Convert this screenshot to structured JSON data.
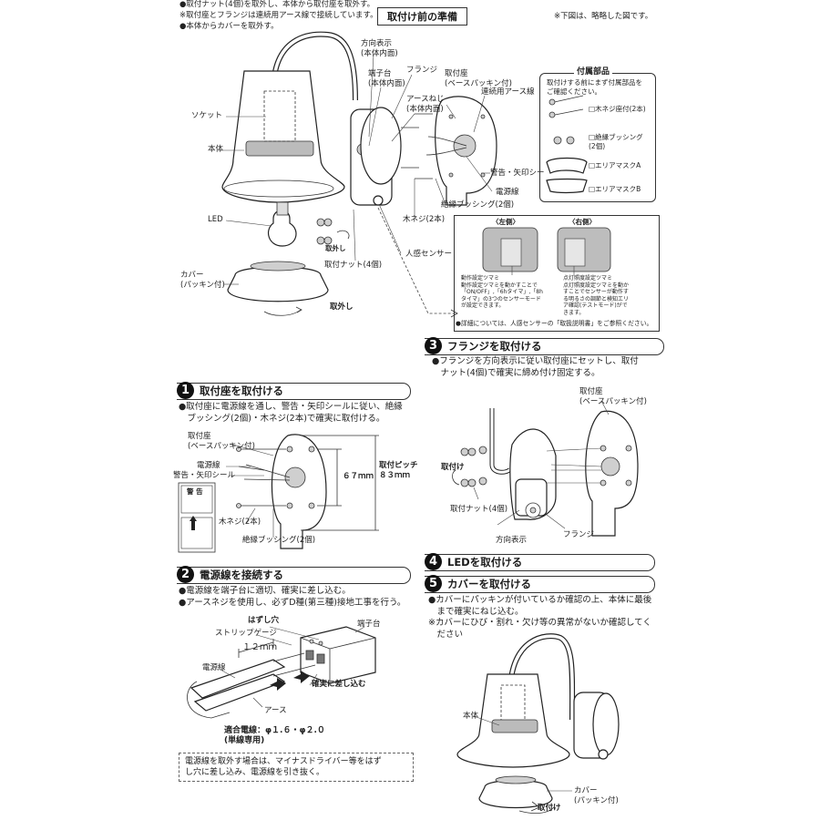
{
  "top_notes": [
    "●取付ナット(4個)を取外し、本体から取付座を取外す。",
    "※取付座とフランジは連続用アース線で接続しています。",
    "●本体からカバーを取外す。"
  ],
  "prep_title": "取付け前の準備",
  "abbrev_note": "※下図は、略略した図です。",
  "exploded": {
    "socket": "ソケット",
    "body": "本体",
    "led": "LED",
    "cover": "カバー\n(パッキン付)",
    "remove": "取外し",
    "remove2": "取外し",
    "direction": "方向表示\n(本体内面)",
    "terminal": "端子台\n(本体内面)",
    "flange": "フランジ",
    "earth_screw": "アースねじ\n(本体内面)",
    "mount_base": "取付座\n(ベースパッキン付)",
    "earth_wire": "連続用アース線",
    "warning_seal": "警告・矢印シー",
    "power_wire": "電源線",
    "bushing": "絶縁ブッシング(2個)",
    "wood_screw": "木ネジ(2本)",
    "nut": "取付ナット(4個)",
    "sensor": "人感センサー"
  },
  "accessories": {
    "title": "付属部品",
    "desc": "取付けする前にまず付属部品を\nご確認ください。",
    "items": [
      "□木ネジ座付(2本)",
      "□絶縁ブッシング\n(2個)",
      "□エリアマスクA",
      "□エリアマスクB"
    ]
  },
  "sensor_panel": {
    "left_label": "〈左側〉",
    "right_label": "〈右側〉",
    "left_caption": "動作設定ツマミ\n動作設定ツマミを動かすことで\n「ON/OFF」,「6hタイマ」,「8h\nタイマ」の3つのセンサーモード\nが設定できます。",
    "right_caption": "点灯照度設定ツマミ\n点灯照度設定ツマミを動か\nすことでセンサーが動作す\nる明るさの調節と検知エリ\nア確認(テストモード)がで\nきます。",
    "footnote": "●詳細については、人感センサーの「取扱説明書」をご参照ください。"
  },
  "step1": {
    "num": "1",
    "title": "取付座を取付ける",
    "text": "●取付座に電源線を通し、警告・矢印シールに従い、絶縁\n　ブッシング(2個)・木ネジ(2本)で確実に取付ける。",
    "labels": {
      "base": "取付座\n(ベースパッキン付)",
      "power": "電源線",
      "seal": "警告・矢印シール",
      "screw": "木ネジ(2本)",
      "bushing": "絶縁ブッシング(2個)",
      "pitch": "取付ピッチ\n８３ｍｍ",
      "dim67": "６７ｍｍ",
      "warn_head": "警 告"
    }
  },
  "step2": {
    "num": "2",
    "title": "電源線を接続する",
    "text": "●電源線を端子台に適切、確実に差し込む。\n●アースネジを使用し、必ずD種(第三種)接地工事を行う。",
    "labels": {
      "hole": "はずし穴",
      "gauge": "ストリップゲージ",
      "terminal": "端子台",
      "mm12": "１２ｍｍ",
      "power": "電源線",
      "insert": "確実に差し込む",
      "earth": "アース",
      "wire_spec": "適合電線：φ１.６・φ２.０\n(単線専用)"
    },
    "note": "電源線を取外す場合は、マイナスドライバー等をはず\nし穴に差し込み、電源線を引き抜く。"
  },
  "step3": {
    "num": "3",
    "title": "フランジを取付ける",
    "text": "●フランジを方向表示に従い取付座にセットし、取付\n　ナット(4個)で確実に締め付け固定する。",
    "labels": {
      "base": "取付座\n(ベースパッキン付)",
      "attach": "取付け",
      "nut": "取付ナット(4個)",
      "direction": "方向表示",
      "flange": "フランジ"
    }
  },
  "step4": {
    "num": "4",
    "title": "LEDを取付ける"
  },
  "step5": {
    "num": "5",
    "title": "カバーを取付ける",
    "text": "●カバーにパッキンが付いているか確認の上、本体に最後\n　まで確実にねじ込む。\n※カバーにひび・割れ・欠け等の異常がないか確認してく\n　ださい",
    "labels": {
      "body": "本体",
      "cover": "カバー\n(パッキン付)",
      "attach": "取付け"
    }
  }
}
